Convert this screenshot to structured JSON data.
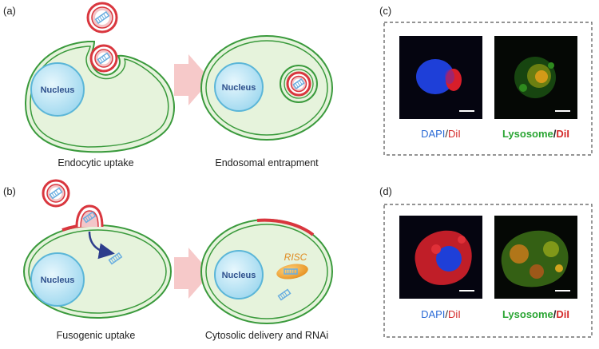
{
  "panels": {
    "a": {
      "label": "(a)",
      "cell_left_caption": "Endocytic uptake",
      "cell_right_caption": "Endosomal entrapment",
      "nucleus_label": "Nucleus"
    },
    "b": {
      "label": "(b)",
      "cell_left_caption": "Fusogenic uptake",
      "cell_right_caption": "Cytosolic delivery and RNAi",
      "nucleus_label": "Nucleus",
      "risc_label": "RISC"
    },
    "c": {
      "label": "(c)",
      "left_caption": {
        "part1": "DAPI",
        "sep": "/",
        "part2": "DiI"
      },
      "right_caption": {
        "part1": "Lysosome",
        "sep": "/",
        "part2": "DiI"
      }
    },
    "d": {
      "label": "(d)",
      "left_caption": {
        "part1": "DAPI",
        "sep": "/",
        "part2": "DiI"
      },
      "right_caption": {
        "part1": "Lysosome",
        "sep": "/",
        "part2": "DiI"
      }
    }
  },
  "colors": {
    "cell_fill": "#e6f3dc",
    "cell_membrane": "#3a9a3c",
    "nucleus_fill": "#bde6f4",
    "nucleus_stroke": "#5bb6d8",
    "nucleus_text": "#2d4f8c",
    "lipo_red": "#d9363e",
    "lipo_pink": "#f3c6c9",
    "sirna": "#6aaee0",
    "arrow": "#f6c9c9",
    "risc": "#f0a13a",
    "dapi_blue": "#2b6bd6",
    "dii_red": "#d42a2a",
    "lyso_green": "#2aa533",
    "caption_text": "#222222",
    "curved_arrow": "#2d3d8c"
  }
}
